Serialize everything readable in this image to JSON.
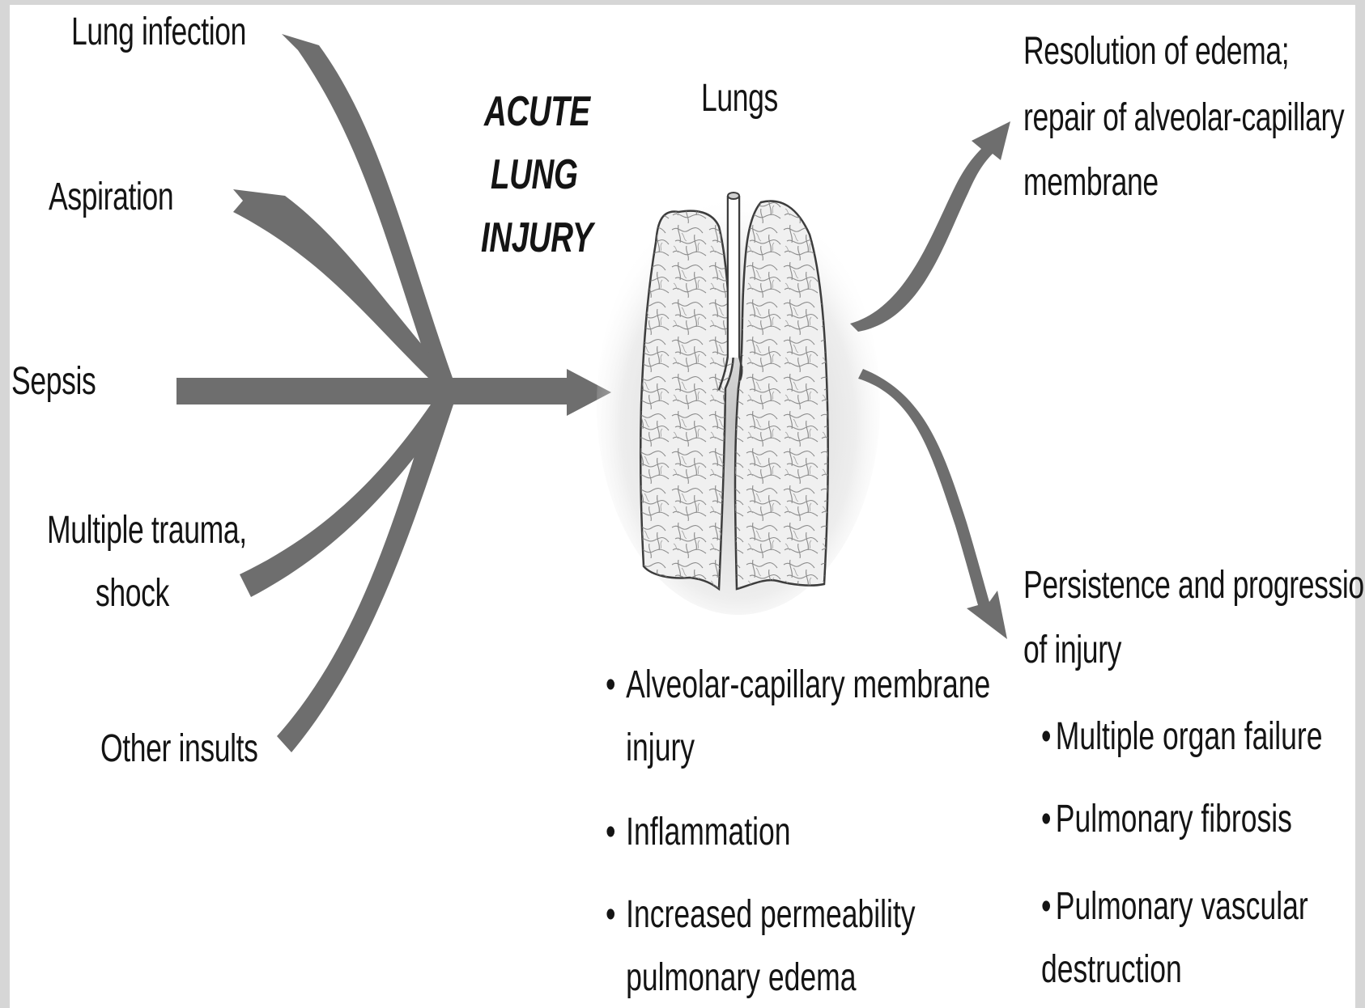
{
  "causes": [
    {
      "id": "lung-infection",
      "label": "Lung infection"
    },
    {
      "id": "aspiration",
      "label": "Aspiration"
    },
    {
      "id": "sepsis",
      "label": "Sepsis"
    },
    {
      "id": "multiple-trauma",
      "label_line1": "Multiple trauma,",
      "label_line2": "shock"
    },
    {
      "id": "other-insults",
      "label": "Other insults"
    }
  ],
  "title": {
    "line1": "ACUTE",
    "line2": "LUNG",
    "line3": "INJURY"
  },
  "lungs": {
    "label": "Lungs"
  },
  "pathology": [
    {
      "line1": "Alveolar-capillary membrane",
      "line2": "injury"
    },
    {
      "line1": "Inflammation"
    },
    {
      "line1": "Increased permeability",
      "line2": "pulmonary edema"
    }
  ],
  "outcomes": {
    "resolution": {
      "line1": "Resolution of edema;",
      "line2": "repair of alveolar-capillary",
      "line3": "membrane"
    },
    "persistence": {
      "line1": "Persistence and progression",
      "line2": "of injury",
      "items": [
        {
          "line1": "Multiple organ failure"
        },
        {
          "line1": "Pulmonary fibrosis"
        },
        {
          "line1": "Pulmonary vascular",
          "line2": "destruction"
        }
      ]
    }
  },
  "bullet_char": "•",
  "colors": {
    "arrow": "#6e6e6e",
    "text": "#141414",
    "lung_fill": "#f0f0f0",
    "lung_outline": "#3c3c3c",
    "border": "#d6d6d6"
  }
}
